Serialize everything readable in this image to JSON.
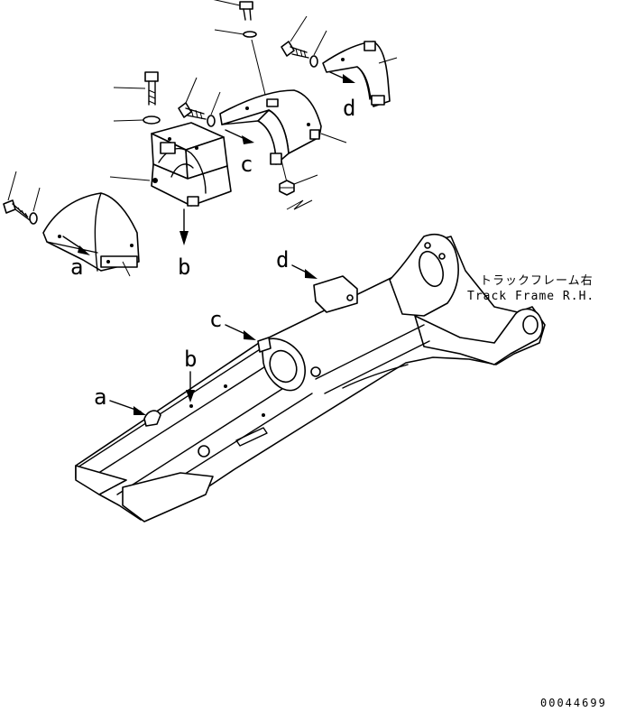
{
  "callouts": {
    "a_part": "a",
    "b_part": "b",
    "c_part": "c",
    "d_part": "d",
    "a_frame": "a",
    "b_frame": "b",
    "c_frame": "c",
    "d_frame": "d"
  },
  "caption": {
    "jp": "トラックフレーム右",
    "en": "Track Frame R.H."
  },
  "drawing_code": "00044699"
}
